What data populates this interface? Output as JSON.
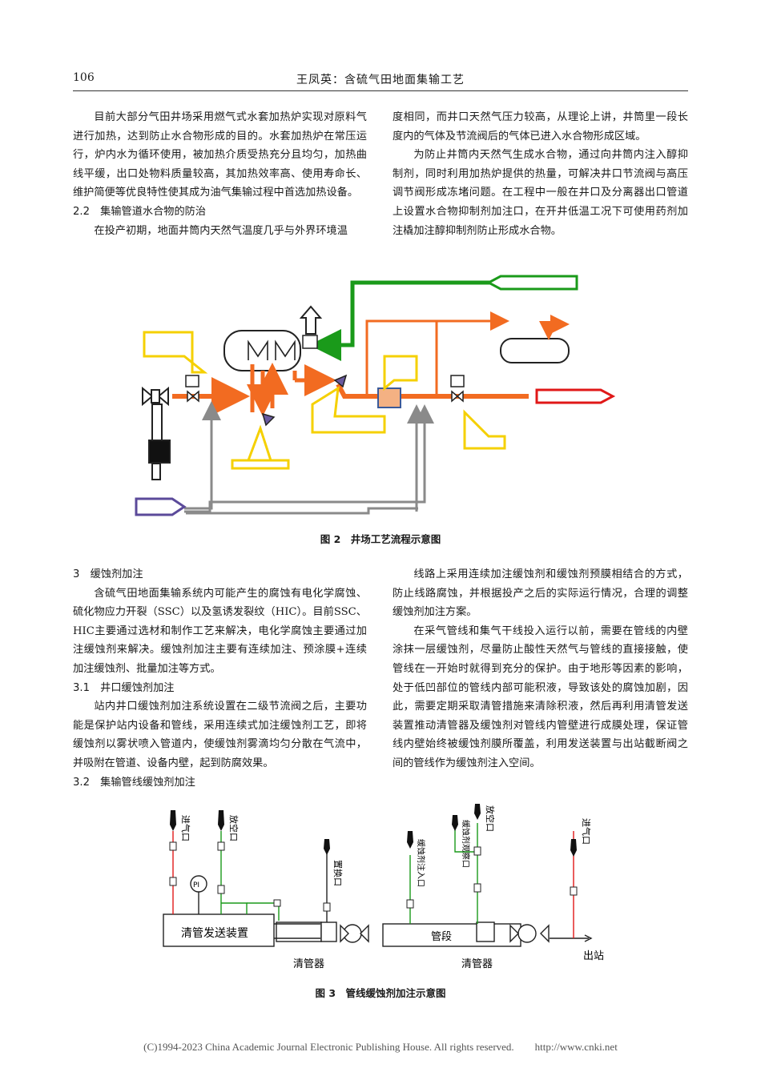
{
  "header": {
    "page_number": "106",
    "running_title": "王凤英：含硫气田地面集输工艺"
  },
  "left_col_top": {
    "p1": "目前大部分气田井场采用燃气式水套加热炉实现对原料气进行加热，达到防止水合物形成的目的。水套加热炉在常压运行，炉内水为循环使用，被加热介质受热充分且均匀，加热曲线平缓，出口处物料质量较高，其加热效率高、使用寿命长、维护简便等优良特性使其成为油气集输过程中首选加热设备。",
    "h22": "2.2　集输管道水合物的防治",
    "p2": "在投产初期，地面井筒内天然气温度几乎与外界环境温"
  },
  "right_col_top": {
    "p1": "度相同，而井口天然气压力较高，从理论上讲，井筒里一段长度内的气体及节流阀后的气体已进入水合物形成区域。",
    "p2": "为防止井筒内天然气生成水合物，通过向井筒内注入醇抑制剂，同时利用加热炉提供的热量，可解决井口节流阀与高压调节阀形成冻堵问题。在工程中一般在井口及分离器出口管道上设置水合物抑制剂加注口，在开井低温工况下可使用药剂加注橇加注醇抑制剂防止形成水合物。"
  },
  "figure2": {
    "caption": "图 2　井场工艺流程示意图"
  },
  "left_col_bottom": {
    "h3": "3　缓蚀剂加注",
    "p1": "含硫气田地面集输系统内可能产生的腐蚀有电化学腐蚀、硫化物应力开裂（SSC）以及氢诱发裂纹（HIC）。目前SSC、HIC主要通过选材和制作工艺来解决，电化学腐蚀主要通过加注缓蚀剂来解决。缓蚀剂加注主要有连续加注、预涂膜+连续加注缓蚀剂、批量加注等方式。",
    "h31": "3.1　井口缓蚀剂加注",
    "p2": "站内井口缓蚀剂加注系统设置在二级节流阀之后，主要功能是保护站内设备和管线，采用连续式加注缓蚀剂工艺，即将缓蚀剂以雾状喷入管道内，使缓蚀剂雾滴均匀分散在气流中，并吸附在管道、设备内壁，起到防腐效果。",
    "h32": "3.2　集输管线缓蚀剂加注"
  },
  "right_col_bottom": {
    "p1": "线路上采用连续加注缓蚀剂和缓蚀剂预膜相结合的方式，防止线路腐蚀，并根据投产之后的实际运行情况，合理的调整缓蚀剂加注方案。",
    "p2": "在采气管线和集气干线投入运行以前，需要在管线的内壁涂抹一层缓蚀剂，尽量防止酸性天然气与管线的直接接触，使管线在一开始时就得到充分的保护。由于地形等因素的影响，处于低凹部位的管线内部可能积液，导致该处的腐蚀加剧，因此，需要定期采取清管措施来清除积液，然后再利用清管发送装置推动清管器及缓蚀剂对管线内管壁进行成膜处理，保证管线内壁始终被缓蚀剂膜所覆盖，利用发送装置与出站截断阀之间的管线作为缓蚀剂注入空间。"
  },
  "figure3": {
    "caption": "图 3　管线缓蚀剂加注示意图",
    "labels": {
      "inlet_left": "进气口",
      "vent_left": "放空口",
      "gauge": "PI",
      "launcher": "清管发送装置",
      "pig_left": "清管器",
      "replace_port": "置换口",
      "injection_port": "缓蚀剂注入口",
      "observe_port": "缓蚀剂观察口",
      "vent_right": "放空口",
      "pipe_section": "管段",
      "pig_right": "清管器",
      "inlet_right": "进气口",
      "outlet": "出站"
    }
  },
  "footer": {
    "text": "(C)1994-2023 China Academic Journal Electronic Publishing House. All rights reserved.　　http://www.cnki.net"
  },
  "colors": {
    "orange": "#f26b21",
    "green": "#1a9a1a",
    "red": "#e01818",
    "yellow": "#f5d000",
    "gray": "#8a8a8a",
    "purple": "#5b4a9a",
    "heater_box": "#f4b183"
  }
}
